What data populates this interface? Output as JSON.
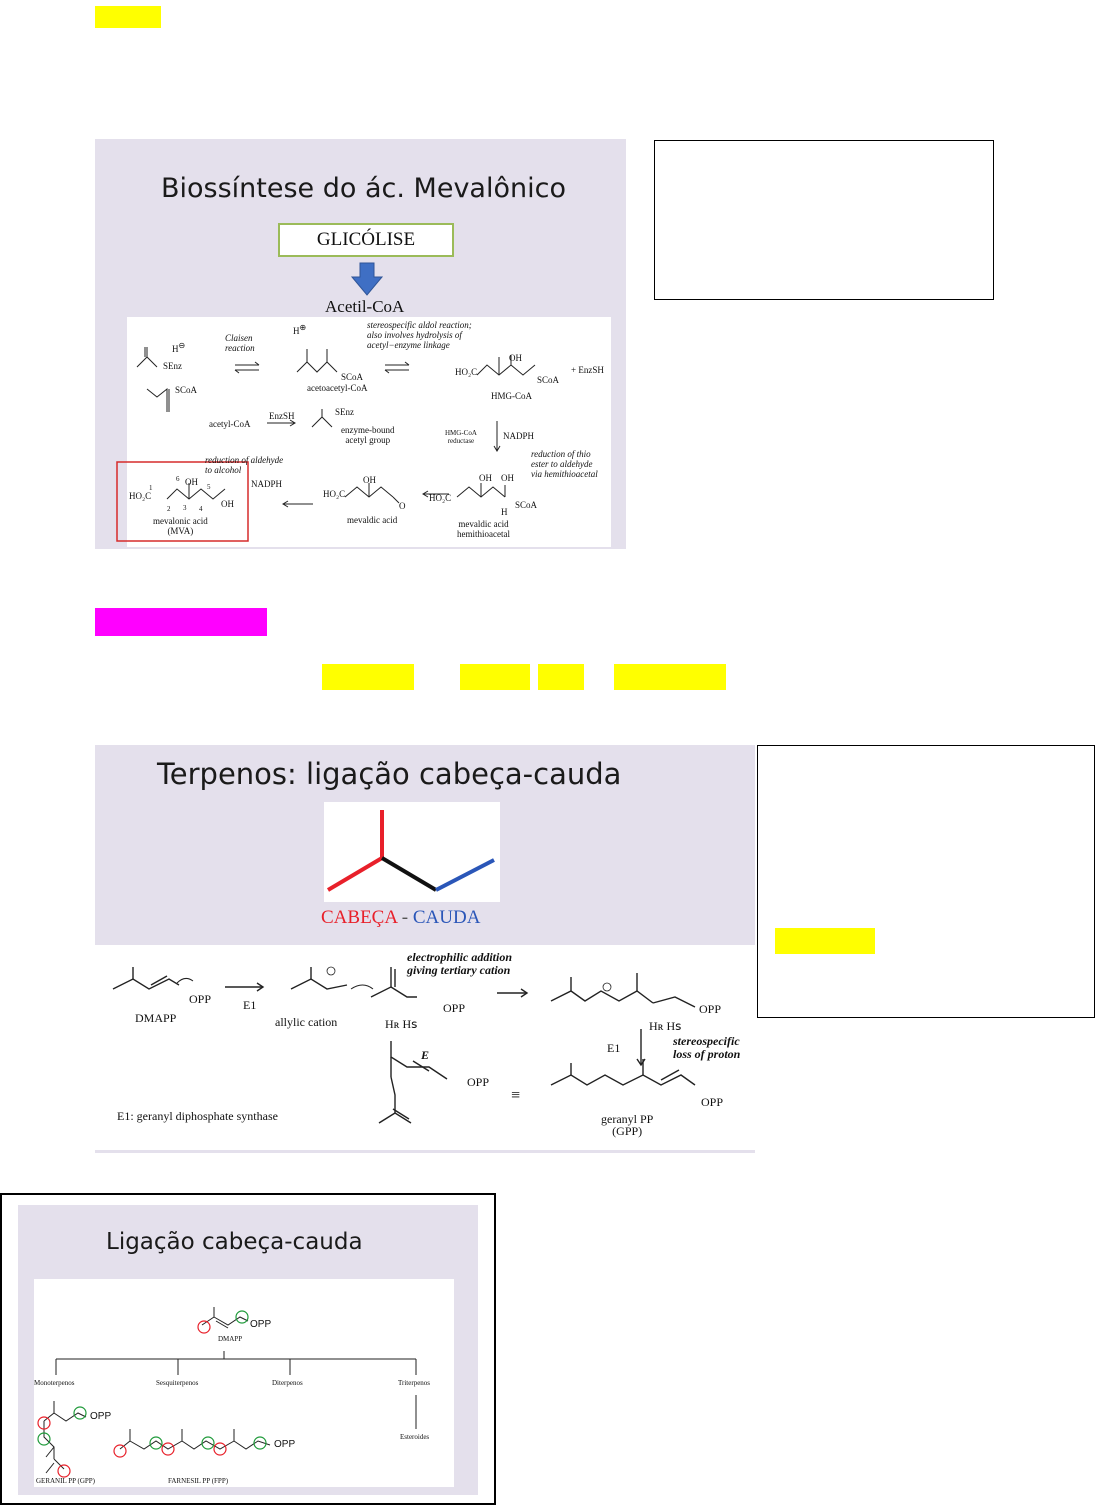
{
  "slide1": {
    "title": "Biossíntese do ác. Mevalônico",
    "glicolise_label": "GLICÓLISE",
    "acetil_label": "Acetil-CoA",
    "scheme": {
      "claisen": "Claisen\nreaction",
      "aldol_note": "stereospecific aldol reaction;\nalso involves hydrolysis of\nacetyl−enzyme linkage",
      "senz": "SEnz",
      "scoa": "SCoA",
      "h_minus": "H",
      "h_plus": "H",
      "acetoacetyl": "acetoacetyl-CoA",
      "acetyl_coa": "acetyl-CoA",
      "enzsh": "EnzSH",
      "enzyme_bound": "enzyme-bound\nacetyl group",
      "ho2c": "HO₂C",
      "oh": "OH",
      "plus_enzsh": "+  EnzSH",
      "hmg_coa": "HMG-CoA",
      "hmg_reductase": "HMG-CoA\nreductase",
      "nadph": "NADPH",
      "thioester_note": "reduction of thio\nester to aldehyde\nvia hemithioacetal",
      "aldehyde_note": "reduction of aldehyde\nto alcohol",
      "mevalonic": "mevalonic acid\n(MVA)",
      "mevaldic": "mevaldic acid",
      "mevaldic_hemi": "mevaldic acid\nhemithioacetal",
      "h": "H",
      "o": "O",
      "num1": "1",
      "num2": "2",
      "num3": "3",
      "num4": "4",
      "num5": "5",
      "num6": "6"
    }
  },
  "slide2": {
    "title": "Terpenos: ligação cabeça-cauda",
    "cabeca": "CABEÇA",
    "dash": " - ",
    "cauda": "CAUDA",
    "scheme": {
      "opp": "OPP",
      "dmapp": "DMAPP",
      "e1": "E1",
      "allylic": "allylic cation",
      "electrophilic": "electrophilic addition\ngiving tertiary cation",
      "hrhs": "Hʀ Hꜱ",
      "stereo_loss": "stereospecific\nloss of proton",
      "e_label": "E",
      "equals": "≡",
      "enzyme": "E1:  geranyl diphosphate synthase",
      "geranyl": "geranyl PP\n(GPP)"
    }
  },
  "slide3": {
    "title": "Ligação cabeça-cauda",
    "opp": "OPP",
    "dmapp": "DMAPP",
    "branches": [
      "Monoterpenos",
      "Sesquiterpenos",
      "Diterpenos",
      "Triterpenos"
    ],
    "esteroides": "Esteroides",
    "geranil": "GERANIL PP (GPP)",
    "farnesil": "FARNESIL PP (FPP)"
  },
  "colors": {
    "highlight_yellow": "#ffff00",
    "highlight_magenta": "#ff00ff",
    "slide_bg": "#e4e0ec",
    "head_red": "#e8202a",
    "tail_blue": "#2a56b8",
    "circle_green": "#1f9a3a",
    "arrow_blue": "#3f6fc4"
  }
}
